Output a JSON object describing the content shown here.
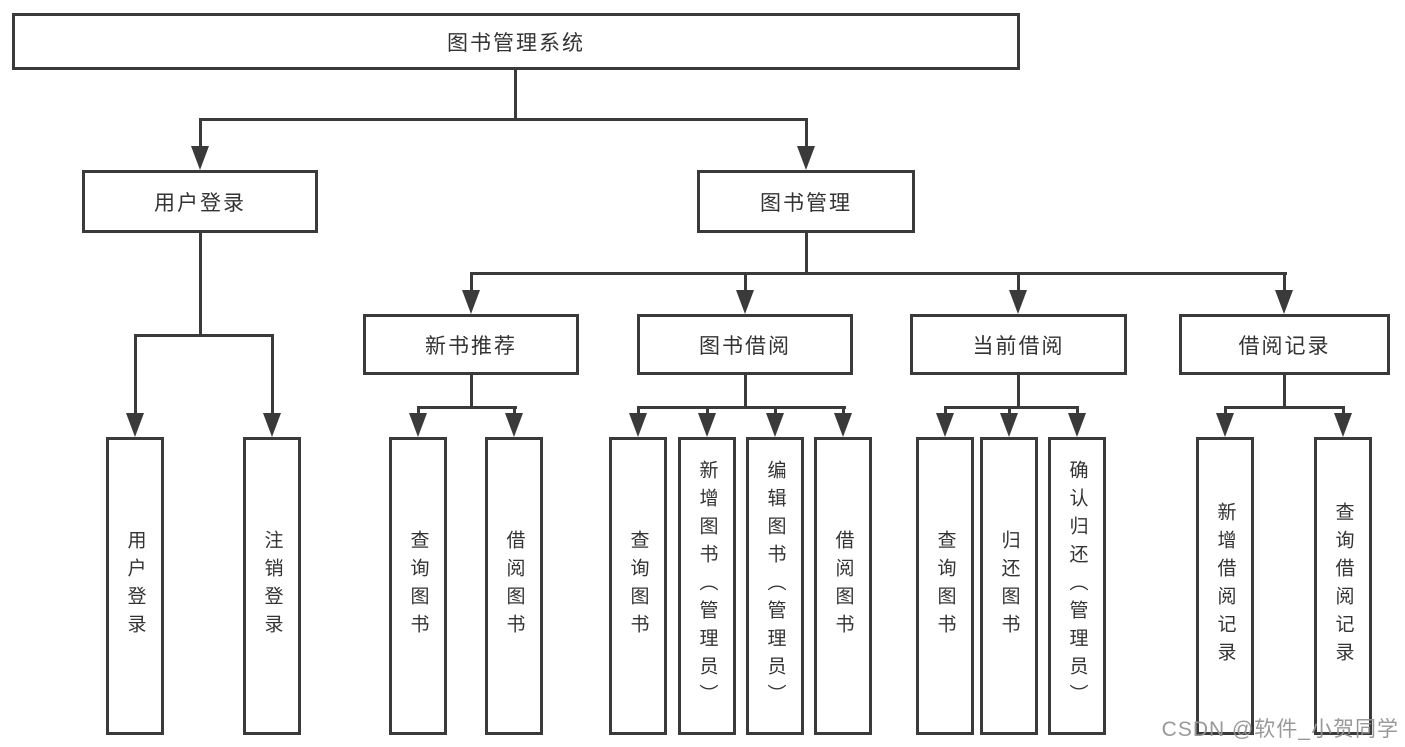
{
  "root": {
    "label": "图书管理系统"
  },
  "level2": [
    {
      "label": "用户登录"
    },
    {
      "label": "图书管理"
    }
  ],
  "level3": [
    {
      "label": "新书推荐"
    },
    {
      "label": "图书借阅"
    },
    {
      "label": "当前借阅"
    },
    {
      "label": "借阅记录"
    }
  ],
  "leaves": [
    {
      "label": "用户登录"
    },
    {
      "label": "注销登录"
    },
    {
      "label": "查询图书"
    },
    {
      "label": "借阅图书"
    },
    {
      "label": "查询图书"
    },
    {
      "label": "新增图书（管理员）"
    },
    {
      "label": "编辑图书（管理员）"
    },
    {
      "label": "借阅图书"
    },
    {
      "label": "查询图书"
    },
    {
      "label": "归还图书"
    },
    {
      "label": "确认归还（管理员）"
    },
    {
      "label": "新增借阅记录"
    },
    {
      "label": "查询借阅记录"
    }
  ],
  "watermark": {
    "text": "CSDN @软件_小贺同学"
  },
  "colors": {
    "line": "#3a3a3a",
    "text": "#333333",
    "watermark": "#949494"
  }
}
